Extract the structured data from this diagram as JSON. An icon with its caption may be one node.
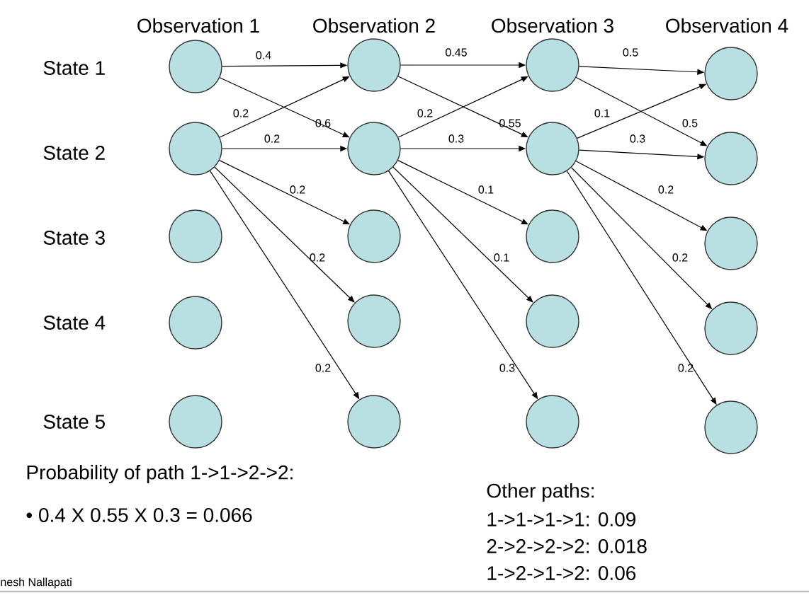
{
  "diagram": {
    "nodes": [
      {
        "text": [],
        "shape": "circle"
      },
      {
        "text": [],
        "shape": "circle"
      },
      {
        "text": [],
        "shape": "circle"
      },
      {
        "text": [],
        "shape": "circle"
      },
      {
        "text": [],
        "shape": "circle"
      },
      {
        "text": [],
        "shape": "circle"
      },
      {
        "text": [],
        "shape": "circle"
      },
      {
        "text": [],
        "shape": "circle"
      },
      {
        "text": [],
        "shape": "circle"
      },
      {
        "text": [],
        "shape": "circle"
      },
      {
        "text": [],
        "shape": "circle"
      },
      {
        "text": [],
        "shape": "circle"
      },
      {
        "text": [],
        "shape": "circle"
      },
      {
        "text": [],
        "shape": "circle"
      },
      {
        "text": [],
        "shape": "circle"
      },
      {
        "text": [],
        "shape": "circle"
      },
      {
        "text": [],
        "shape": "circle"
      },
      {
        "text": [],
        "shape": "circle"
      },
      {
        "text": [],
        "shape": "circle"
      },
      {
        "text": [],
        "shape": "circle"
      }
    ],
    "edges": [
      {
        "from": 0,
        "to": 5,
        "arrow": "to",
        "label": "0.4"
      },
      {
        "from": 0,
        "to": 6,
        "arrow": "to",
        "label": "0.6"
      },
      {
        "from": 1,
        "to": 5,
        "arrow": "to",
        "label": "0.2"
      },
      {
        "from": 1,
        "to": 6,
        "arrow": "to",
        "label": "0.2"
      },
      {
        "from": 1,
        "to": 7,
        "arrow": "to",
        "label": "0.2"
      },
      {
        "from": 1,
        "to": 8,
        "arrow": "to",
        "label": "0.2"
      },
      {
        "from": 1,
        "to": 9,
        "arrow": "to",
        "label": "0.2"
      },
      {
        "from": 5,
        "to": 10,
        "arrow": "to",
        "label": "0.45"
      },
      {
        "from": 5,
        "to": 11,
        "arrow": "to",
        "label": "0.55"
      },
      {
        "from": 6,
        "to": 10,
        "arrow": "to",
        "label": "0.2"
      },
      {
        "from": 6,
        "to": 11,
        "arrow": "to",
        "label": "0.3"
      },
      {
        "from": 6,
        "to": 12,
        "arrow": "to",
        "label": "0.1"
      },
      {
        "from": 6,
        "to": 13,
        "arrow": "to",
        "label": "0.1"
      },
      {
        "from": 6,
        "to": 14,
        "arrow": "to",
        "label": "0.3"
      },
      {
        "from": 10,
        "to": 15,
        "arrow": "to",
        "label": "0.5"
      },
      {
        "from": 10,
        "to": 16,
        "arrow": "to",
        "label": "0.5"
      },
      {
        "from": 11,
        "to": 15,
        "arrow": "to",
        "label": "0.1"
      },
      {
        "from": 11,
        "to": 16,
        "arrow": "to",
        "label": "0.3"
      },
      {
        "from": 11,
        "to": 17,
        "arrow": "to",
        "label": "0.2"
      },
      {
        "from": 11,
        "to": 18,
        "arrow": "to",
        "label": "0.2"
      },
      {
        "from": 11,
        "to": 19,
        "arrow": "to",
        "label": "0.2"
      }
    ],
    "labels": [
      "Observation 1",
      "Observation 2",
      "Observation 3",
      "Observation 4",
      "State 1",
      "State 2",
      "State 3",
      "State 4",
      "State 5",
      "Probability of path 1->1->2->2:",
      "• 0.4 X 0.55 X 0.3 = 0.066",
      "Other paths:",
      "1->1->1->1: 0.09",
      "2->2->2->2: 0.018",
      "1->2->1->2: 0.06",
      "nesh Nallapati"
    ]
  }
}
